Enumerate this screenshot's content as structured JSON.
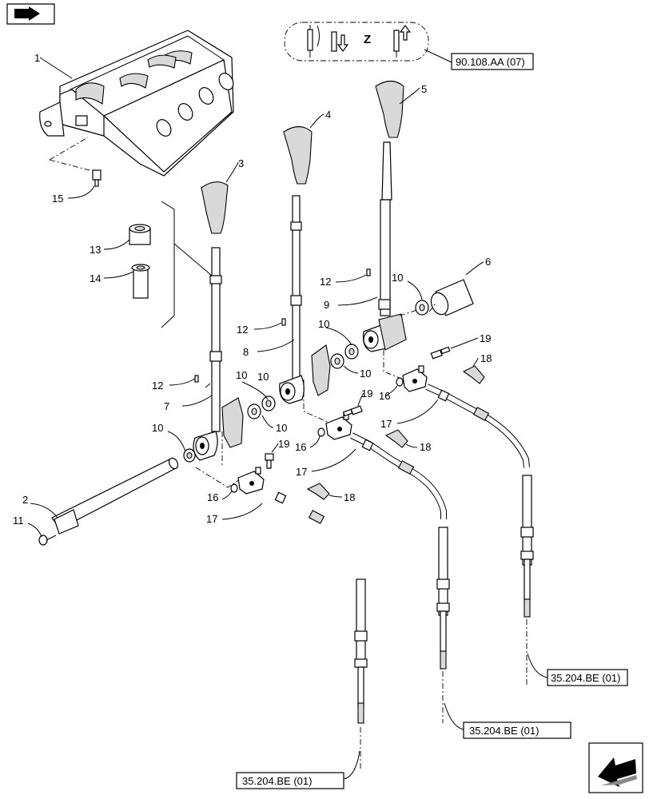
{
  "corner_icons": {
    "top_left": "book-arrow-icon",
    "bottom_right": "arrow-back-icon"
  },
  "legend": {
    "letter": "Z",
    "icons": [
      "cylinder-icon",
      "cylinder-down-arrow-icon",
      "cylinder-up-arrow-icon"
    ]
  },
  "references": {
    "top": "90.108.AA (07)",
    "cable_right": "35.204.BE (01)",
    "cable_middle": "35.204.BE (01)",
    "cable_left": "35.204.BE (01)"
  },
  "callouts": {
    "c1": "1",
    "c2": "2",
    "c3": "3",
    "c4": "4",
    "c5": "5",
    "c6": "6",
    "c7": "7",
    "c8": "8",
    "c9": "9",
    "c10a": "10",
    "c10b": "10",
    "c10c": "10",
    "c10d": "10",
    "c10e": "10",
    "c10f": "10",
    "c10g": "10",
    "c11": "11",
    "c12a": "12",
    "c12b": "12",
    "c12c": "12",
    "c13": "13",
    "c14": "14",
    "c15": "15",
    "c16a": "16",
    "c16b": "16",
    "c16c": "16",
    "c17a": "17",
    "c17b": "17",
    "c17c": "17",
    "c18a": "18",
    "c18b": "18",
    "c18c": "18",
    "c19a": "19",
    "c19b": "19",
    "c19c": "19"
  }
}
